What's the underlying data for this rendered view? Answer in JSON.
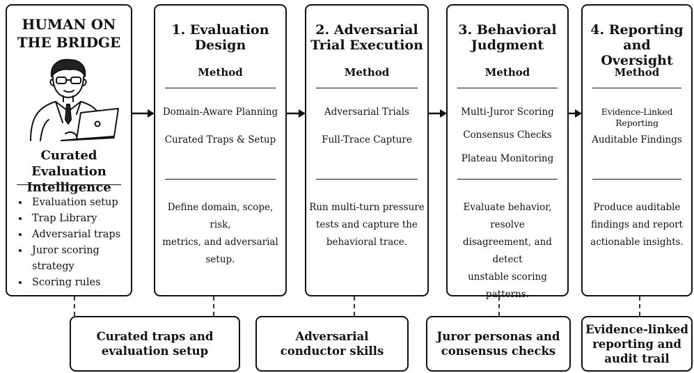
{
  "human": {
    "title_line1": "HUMAN ON",
    "title_line2": "THE BRIDGE",
    "subtitle_line1": "Curated Evaluation",
    "subtitle_line2": "Intelligence",
    "bullets": [
      "Evaluation setup",
      "Trap Library",
      "Adversarial traps",
      "Juror scoring strategy",
      "Scoring rules"
    ]
  },
  "stages": [
    {
      "title_lines": [
        "1. Evaluation Design",
        ""
      ],
      "method_label": "Method",
      "items": [
        "Domain-Aware Planning",
        "Curated Traps & Setup",
        ""
      ],
      "desc_lines": [
        "Define domain, scope, risk,",
        "metrics, and adversarial",
        "setup."
      ]
    },
    {
      "title_lines": [
        "2. Adversarial",
        "Trial Execution"
      ],
      "method_label": "Method",
      "items": [
        "Adversarial Trials",
        "Full-Trace Capture",
        ""
      ],
      "desc_lines": [
        "Run multi-turn pressure",
        "tests and capture the",
        "behavioral trace."
      ]
    },
    {
      "title_lines": [
        "3. Behavioral",
        "Judgment"
      ],
      "method_label": "Method",
      "items": [
        "Multi-Juror Scoring",
        "Consensus Checks",
        "Plateau Monitoring"
      ],
      "desc_lines": [
        "Evaluate behavior, resolve",
        "disagreement, and detect",
        "unstable scoring patterns."
      ]
    },
    {
      "title_lines": [
        "4. Reporting and",
        "Oversight"
      ],
      "method_label": "Method",
      "items": [
        "Evidence-Linked Reporting",
        "Auditable Findings",
        ""
      ],
      "desc_lines": [
        "Produce auditable",
        "findings and report",
        "actionable insights."
      ]
    }
  ],
  "bottom_boxes": [
    {
      "lines": [
        "Curated traps and",
        "evaluation setup",
        ""
      ]
    },
    {
      "lines": [
        "Adversarial",
        "conductor skills",
        ""
      ]
    },
    {
      "lines": [
        "Juror personas and",
        "consensus checks",
        ""
      ]
    },
    {
      "lines": [
        "Evidence-linked",
        "reporting and",
        "audit trail"
      ]
    }
  ]
}
